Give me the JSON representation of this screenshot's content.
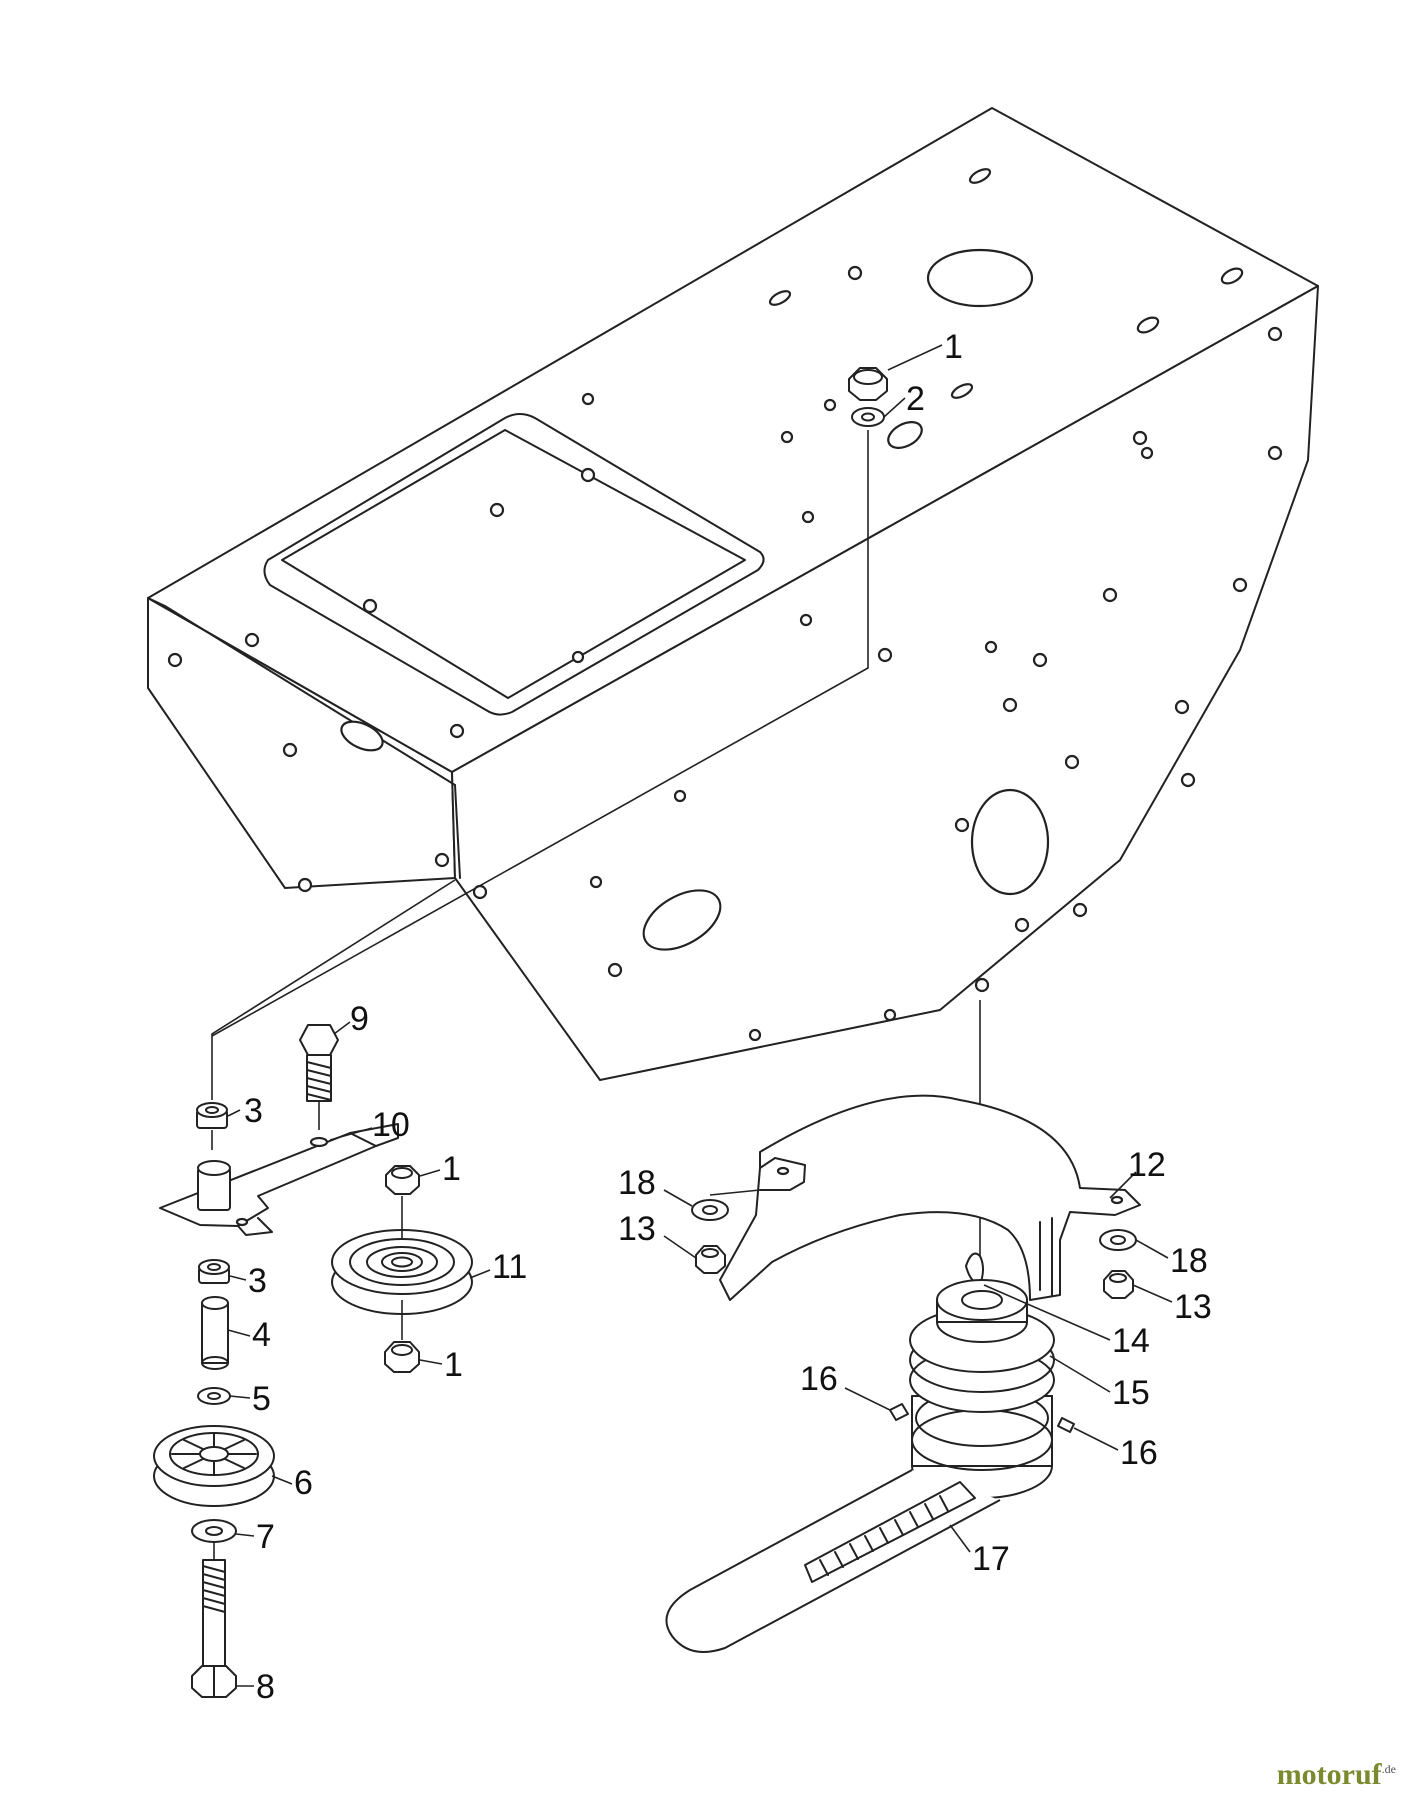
{
  "callouts": [
    {
      "id": "c1a",
      "label": "1"
    },
    {
      "id": "c2",
      "label": "2"
    },
    {
      "id": "c9",
      "label": "9"
    },
    {
      "id": "c3a",
      "label": "3"
    },
    {
      "id": "c10",
      "label": "10"
    },
    {
      "id": "c1b",
      "label": "1"
    },
    {
      "id": "c11",
      "label": "11"
    },
    {
      "id": "c3b",
      "label": "3"
    },
    {
      "id": "c4",
      "label": "4"
    },
    {
      "id": "c1c",
      "label": "1"
    },
    {
      "id": "c5",
      "label": "5"
    },
    {
      "id": "c6",
      "label": "6"
    },
    {
      "id": "c7",
      "label": "7"
    },
    {
      "id": "c8",
      "label": "8"
    },
    {
      "id": "c18a",
      "label": "18"
    },
    {
      "id": "c13a",
      "label": "13"
    },
    {
      "id": "c12",
      "label": "12"
    },
    {
      "id": "c18b",
      "label": "18"
    },
    {
      "id": "c13b",
      "label": "13"
    },
    {
      "id": "c14",
      "label": "14"
    },
    {
      "id": "c15",
      "label": "15"
    },
    {
      "id": "c16a",
      "label": "16"
    },
    {
      "id": "c16b",
      "label": "16"
    },
    {
      "id": "c17",
      "label": "17"
    }
  ],
  "watermark": {
    "brand": "motoruf",
    "suffix": ".de",
    "color": "#7b8a2e"
  }
}
